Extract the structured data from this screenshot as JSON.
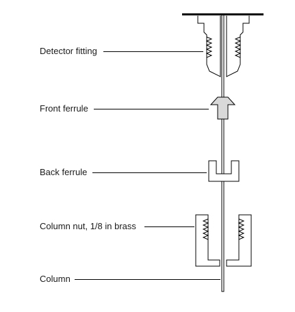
{
  "labels": {
    "detector_fitting": "Detector fitting",
    "front_ferrule": "Front ferrule",
    "back_ferrule": "Back ferrule",
    "column_nut": "Column nut, 1/8 in brass",
    "column": "Column"
  },
  "colors": {
    "line": "#000000",
    "text": "#1a1a1a",
    "ferrule_fill": "#d9d9d9",
    "background": "#ffffff"
  }
}
